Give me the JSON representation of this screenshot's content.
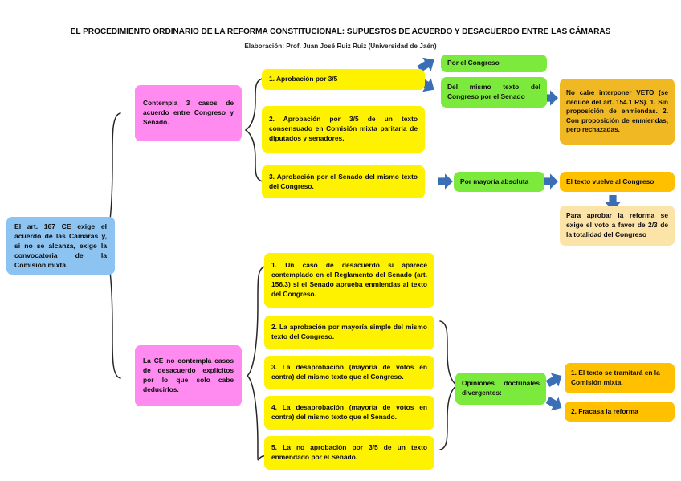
{
  "header": {
    "title": "EL PROCEDIMIENTO ORDINARIO DE LA REFORMA CONSTITUCIONAL: SUPUESTOS DE ACUERDO Y DESACUERDO ENTRE LAS CÁMARAS",
    "subtitle": "Elaboración: Prof. Juan José Ruiz Ruiz (Universidad de Jaén)"
  },
  "colors": {
    "root": "#8DC3F0",
    "branch": "#FF8AF0",
    "case": "#FFF200",
    "step": "#7CEA3C",
    "outcome_amber": "#F0B823",
    "outcome_orange": "#FFC000",
    "outcome_cream": "#FCE3A8",
    "arrow": "#3A6FB5",
    "brace": "#262626"
  },
  "root": {
    "label": "El art. 167 CE exige el acuerdo de las Cámaras y, si no se alcanza, exige la convocatoria de la Comisión mixta."
  },
  "branches": [
    {
      "id": "acuerdo",
      "label": "Contempla 3 casos de acuerdo entre Congreso y Senado."
    },
    {
      "id": "desacuerdo",
      "label": "La CE no contempla casos de desacuerdo explícitos por lo que solo cabe deducirlos."
    }
  ],
  "acuerdo_cases": [
    {
      "n": "1",
      "label": "1. Aprobación por 3/5"
    },
    {
      "n": "2",
      "label": "2. Aprobación por 3/5 de un texto consensuado en Comisión mixta paritaria de diputados y senadores."
    },
    {
      "n": "3",
      "label": "3. Aprobación por el Senado del mismo texto del Congreso."
    }
  ],
  "acuerdo_steps": [
    {
      "id": "por-congreso",
      "label": "Por el Congreso"
    },
    {
      "id": "mismo-texto",
      "label": "Del mismo texto del Congreso por el Senado"
    },
    {
      "id": "mayoria-abs",
      "label": "Por mayoría absoluta"
    }
  ],
  "acuerdo_outcomes": [
    {
      "id": "veto",
      "label": "No cabe interponer VETO (se deduce del art. 154.1 RS). 1. Sin proposición de enmiendas. 2. Con proposición de enmiendas, pero rechazadas."
    },
    {
      "id": "vuelve",
      "label": "El texto vuelve al Congreso"
    },
    {
      "id": "aprobar",
      "label": "Para aprobar la reforma se exige el voto a favor de 2/3 de la totalidad del Congreso"
    }
  ],
  "desacuerdo_cases": [
    {
      "n": "1",
      "label": "1. Un caso de desacuerdo sí aparece contemplado en el Reglamento del Senado (art. 156.3) si el Senado aprueba enmiendas al texto del Congreso."
    },
    {
      "n": "2",
      "label": "2. La aprobación por mayoría simple del mismo texto del Congreso."
    },
    {
      "n": "3",
      "label": "3. La desaprobación (mayoría de votos en contra) del mismo texto que el Congreso."
    },
    {
      "n": "4",
      "label": "4. La desaprobación (mayoría de votos en contra) del mismo texto que el Senado."
    },
    {
      "n": "5",
      "label": "5. La no aprobación por 3/5 de un texto enmendado por el Senado."
    }
  ],
  "desacuerdo_step": {
    "id": "opiniones",
    "label": "Opiniones doctrinales divergentes:"
  },
  "desacuerdo_outcomes": [
    {
      "id": "tramitara",
      "label": "1. El texto se tramitará en la Comisión mixta."
    },
    {
      "id": "fracasa",
      "label": "2. Fracasa la reforma"
    }
  ],
  "icons": {
    "arrow_right": "arrow-right-icon",
    "arrow_up_right": "arrow-up-right-icon",
    "arrow_down_right": "arrow-down-right-icon",
    "arrow_down": "arrow-down-icon",
    "brace_right": "curly-brace-right-icon"
  }
}
